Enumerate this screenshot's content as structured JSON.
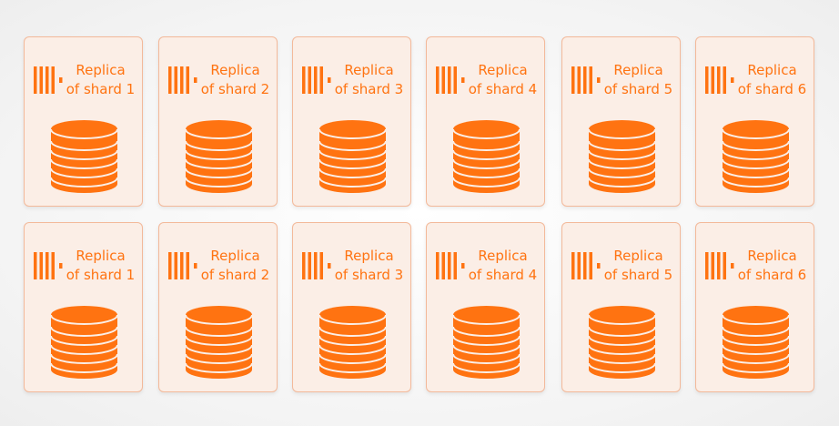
{
  "colors": {
    "accent": "#ff7311",
    "card_background": "#fbeee6",
    "card_border": "#f3b99a"
  },
  "icons": {
    "logo": "clickhouse-logo-icon",
    "database": "database-stack-icon"
  },
  "rows": [
    {
      "cards": [
        {
          "line1": "Replica",
          "line2": "of shard 1"
        },
        {
          "line1": "Replica",
          "line2": "of shard 2"
        },
        {
          "line1": "Replica",
          "line2": "of shard 3"
        },
        {
          "line1": "Replica",
          "line2": "of shard 4"
        },
        {
          "line1": "Replica",
          "line2": "of shard 5"
        },
        {
          "line1": "Replica",
          "line2": "of shard 6"
        }
      ]
    },
    {
      "cards": [
        {
          "line1": "Replica",
          "line2": "of shard 1"
        },
        {
          "line1": "Replica",
          "line2": "of shard 2"
        },
        {
          "line1": "Replica",
          "line2": "of shard 3"
        },
        {
          "line1": "Replica",
          "line2": "of shard 4"
        },
        {
          "line1": "Replica",
          "line2": "of shard 5"
        },
        {
          "line1": "Replica",
          "line2": "of shard 6"
        }
      ]
    }
  ]
}
